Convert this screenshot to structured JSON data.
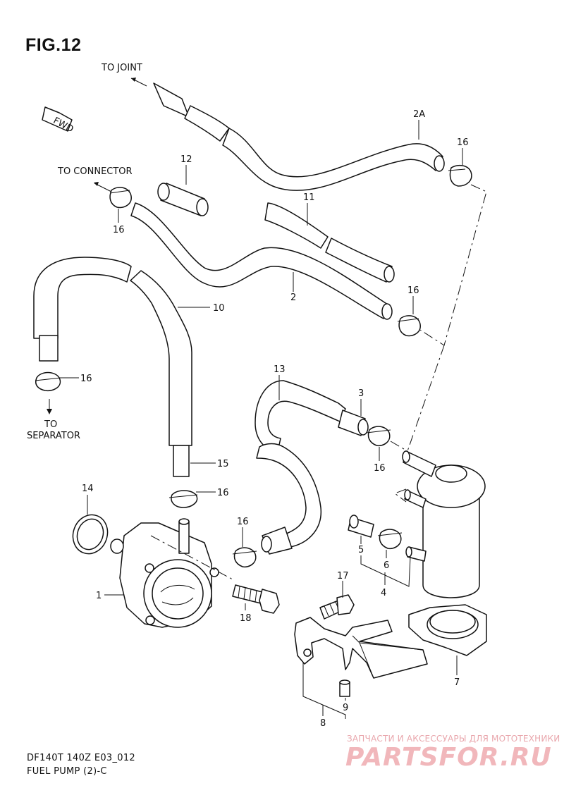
{
  "figure": {
    "title": "FIG.12",
    "model_code": "DF140T 140Z E03_012",
    "subtitle": "FUEL PUMP (2)-C"
  },
  "notes": {
    "to_joint": "TO JOINT",
    "to_connector": "TO CONNECTOR",
    "to": "TO",
    "separator": "SEPARATOR",
    "fwd": "FWD"
  },
  "labels": {
    "p1": "1",
    "p2": "2",
    "p2a": "2A",
    "p3": "3",
    "p4": "4",
    "p5": "5",
    "p6": "6",
    "p7": "7",
    "p8": "8",
    "p9": "9",
    "p10": "10",
    "p11": "11",
    "p12": "12",
    "p13": "13",
    "p14": "14",
    "p15": "15",
    "p16": "16",
    "p17": "17",
    "p18": "18"
  },
  "watermark": {
    "tagline": "ЗАПЧАСТИ И АКСЕССУАРЫ ДЛЯ МОТОТЕХНИКИ",
    "brand": "PARTSFOR.RU"
  }
}
